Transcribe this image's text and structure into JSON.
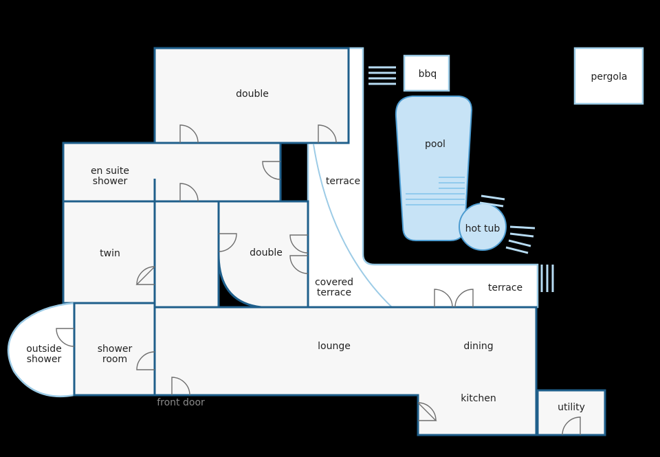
{
  "colors": {
    "background": "#000000",
    "wall": "#1f5f8b",
    "light_wall": "#9ccbe6",
    "floor": "#f7f7f7",
    "outdoor": "#ffffff",
    "water": "#c7e3f6",
    "door": "#6e6e6e"
  },
  "labels": {
    "double_top": "double",
    "en_suite_line1": "en suite",
    "en_suite_line2": "shower",
    "terrace_upper": "terrace",
    "twin": "twin",
    "double_middle": "double",
    "covered_line1": "covered",
    "covered_line2": "terrace",
    "terrace_lower": "terrace",
    "outside_line1": "outside",
    "outside_line2": "shower",
    "shower_line1": "shower",
    "shower_line2": "room",
    "lounge": "lounge",
    "dining": "dining",
    "kitchen": "kitchen",
    "front_door": "front door",
    "utility": "utility",
    "bbq": "bbq",
    "pool": "pool",
    "hot_tub": "hot tub",
    "pergola": "pergola"
  }
}
